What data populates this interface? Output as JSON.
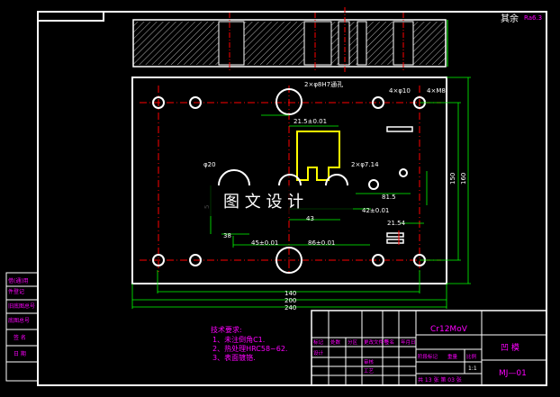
{
  "drawing": {
    "roughness_top": "其余",
    "roughness_value": "Ra6.3",
    "watermark": "图 文 设 计",
    "material": "Cr12MoV",
    "part_name": "凹  模",
    "drawing_no": "MJ—01",
    "sheet_info": "共 13 张  第 03 张",
    "scale": "1:1"
  },
  "notes": {
    "title": "技术要求:",
    "items": [
      "1、未注倒角C1.",
      "2、热处理HRC58~62.",
      "3、表面镀铬."
    ]
  },
  "dims": {
    "top_hole_label": "2×φ8H7通孔",
    "top_center": "21.5±0.01",
    "left_hole": "φ20",
    "right_slot": "2×φ7.14",
    "right_dim1": "81.5",
    "right_dim2": "42±0.01",
    "right_dim3": "21.54",
    "bottom_dim1": "45±0.01",
    "bottom_dim2": "86±0.01",
    "bottom_dim3": "43",
    "mid_dim": "5",
    "left_small": "38",
    "w140": "140",
    "w200": "200",
    "w240": "240",
    "right_h1": "150",
    "right_h2": "160",
    "corner_hole": "4×φ10",
    "corner_hole2": "4×M8"
  },
  "left_panel": {
    "rows": [
      "借(通)用",
      "件登记",
      "旧底图总号",
      "底图总号",
      "签  名",
      "日  期"
    ]
  },
  "title_block": {
    "headers": [
      "标记",
      "处数",
      "分区",
      "更改文件号",
      "签名",
      "年月日"
    ],
    "rows": [
      "设计",
      "审核",
      "工艺"
    ],
    "labels": [
      "阶段标记",
      "重量",
      "比例"
    ]
  }
}
